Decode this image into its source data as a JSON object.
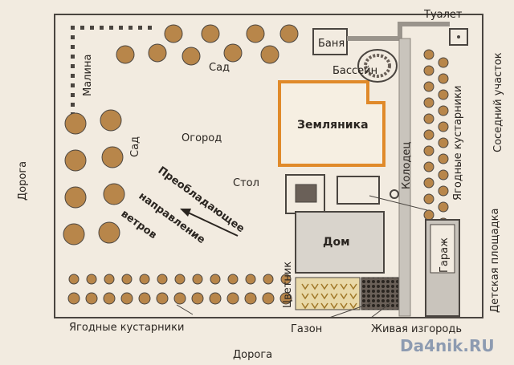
{
  "labels": {
    "toilet": "Туалет",
    "raspberry": "Малина",
    "garden_top": "Сад",
    "bath": "Баня",
    "pool": "Бассейн",
    "neighbor": "Соседний участок",
    "berry_right": "Ягодные кустарники",
    "strawberry": "Земляника",
    "well": "Колодец",
    "garden_left": "Сад",
    "vegetable": "Огород",
    "road_left": "Дорога",
    "table": "Стол",
    "wind_1": "Преобладающее",
    "wind_2": "направление",
    "wind_3": "ветров",
    "playground": "Детская площадка",
    "house": "Дом",
    "garage": "Гараж",
    "flowerbed": "Цветник",
    "lawn": "Газон",
    "hedge": "Живая изгородь",
    "berry_bottom": "Ягодные кустарники",
    "road_bottom": "Дорога",
    "watermark": "Da4nik.RU"
  },
  "colors": {
    "paper": "#f2ebe0",
    "line": "#4a4540",
    "bush": "#b8864a",
    "strawberry_border": "#e08a2a",
    "path": "#c9c4bc",
    "flowers": "#e0b84a",
    "hedge": "#3a3530"
  }
}
